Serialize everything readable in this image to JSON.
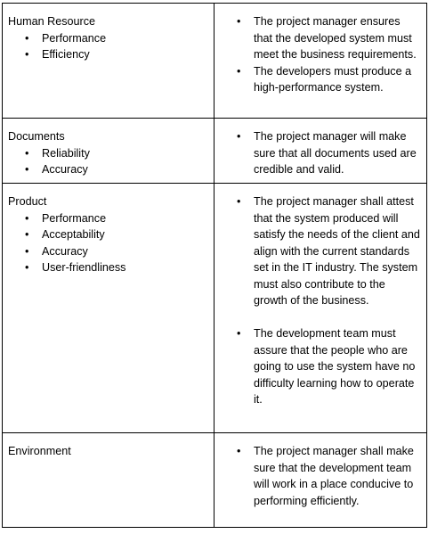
{
  "rows": [
    {
      "title": "Human Resource",
      "items": [
        "Performance",
        "Efficiency"
      ],
      "notes": [
        "The project manager ensures that the developed system must meet the business requirements.",
        "The developers must produce a high-performance system."
      ]
    },
    {
      "title": "Documents",
      "items": [
        "Reliability",
        "Accuracy"
      ],
      "notes": [
        "The project manager will make sure that all documents used are credible and valid."
      ]
    },
    {
      "title": "Product",
      "items": [
        "Performance",
        "Acceptability",
        "Accuracy",
        "User-friendliness"
      ],
      "notes": [
        "The project manager shall attest that the system produced will satisfy the needs of the client and align with the current standards set in the IT industry. The system must also contribute to the growth of the business.",
        "The development team must assure that the people who are going to use the system have no difficulty learning how to operate it."
      ]
    },
    {
      "title": "Environment",
      "items": [],
      "notes": [
        "The project manager shall make sure that the development team will work in a place conducive to performing efficiently."
      ]
    }
  ]
}
